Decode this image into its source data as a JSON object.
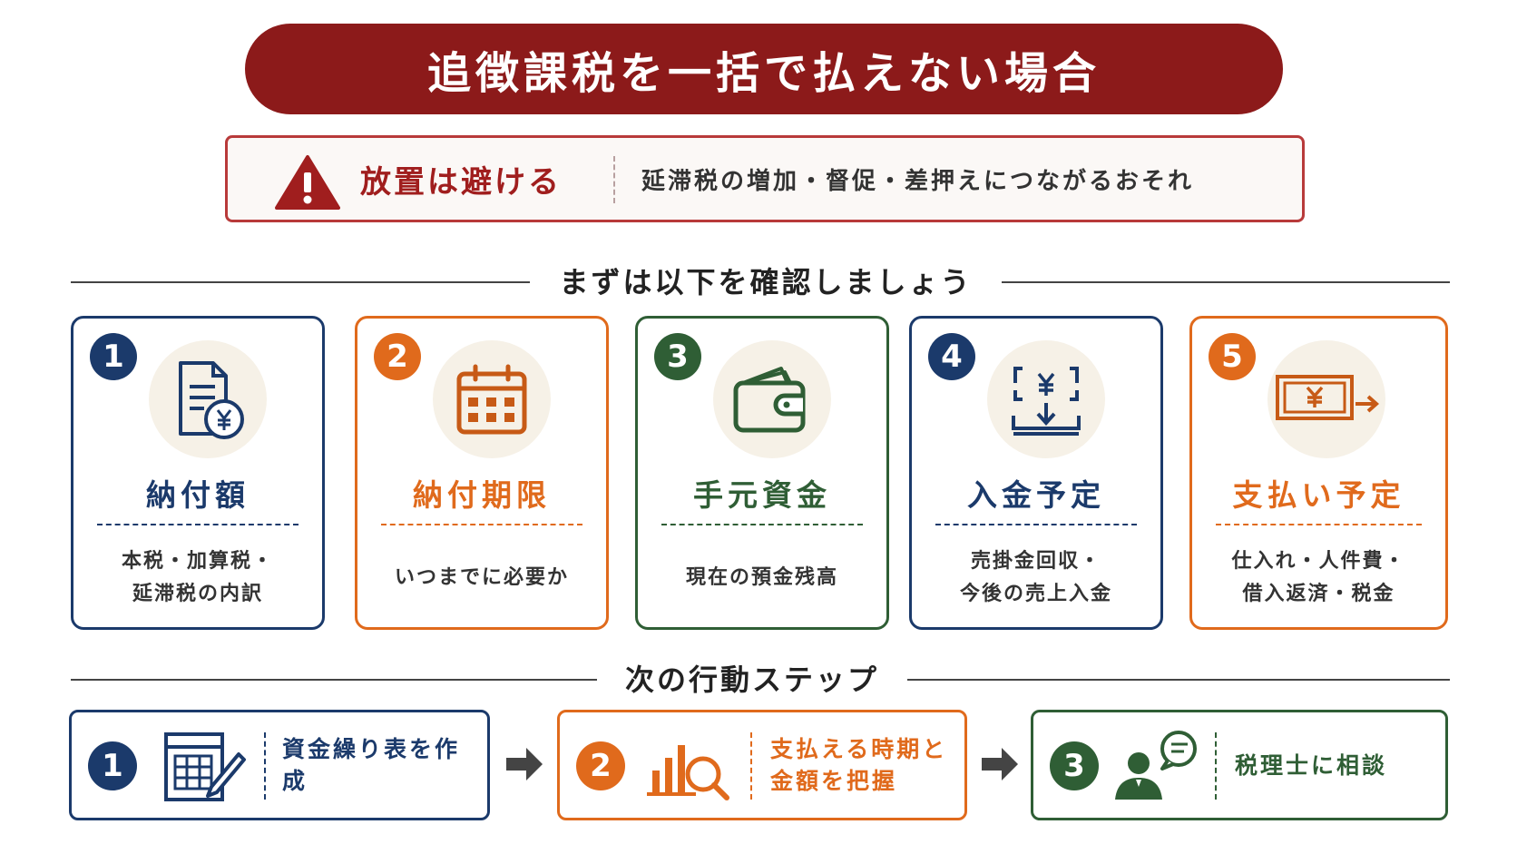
{
  "title": "追徴課税を一括で払えない場合",
  "warning": {
    "heading": "放置は避ける",
    "text": "延滞税の増加・督促・差押えにつながるおそれ"
  },
  "check_section": {
    "title": "まずは以下を確認しましょう",
    "cards": [
      {
        "number": "1",
        "title": "納付額",
        "desc_line1": "本税・加算税・",
        "desc_line2": "延滞税の内訳",
        "icon": "document-yen-icon",
        "color": "#1b3a6b"
      },
      {
        "number": "2",
        "title": "納付期限",
        "desc_line1": "いつまでに必要か",
        "desc_line2": "",
        "icon": "calendar-icon",
        "color": "#e06a1c"
      },
      {
        "number": "3",
        "title": "手元資金",
        "desc_line1": "現在の預金残高",
        "desc_line2": "",
        "icon": "wallet-icon",
        "color": "#2f5e35"
      },
      {
        "number": "4",
        "title": "入金予定",
        "desc_line1": "売掛金回収・",
        "desc_line2": "今後の売上入金",
        "icon": "money-in-icon",
        "color": "#1b3a6b"
      },
      {
        "number": "5",
        "title": "支払い予定",
        "desc_line1": "仕入れ・人件費・",
        "desc_line2": "借入返済・税金",
        "icon": "money-out-icon",
        "color": "#e06a1c"
      }
    ]
  },
  "steps_section": {
    "title": "次の行動ステップ",
    "steps": [
      {
        "number": "1",
        "line1": "資金繰り表を作成",
        "line2": "",
        "icon": "spreadsheet-pen-icon",
        "color": "#1b3a6b"
      },
      {
        "number": "2",
        "line1": "支払える時期と",
        "line2": "金額を把握",
        "icon": "chart-magnifier-icon",
        "color": "#e06a1c"
      },
      {
        "number": "3",
        "line1": "税理士に相談",
        "line2": "",
        "icon": "advisor-speech-icon",
        "color": "#2f5e35"
      }
    ]
  }
}
